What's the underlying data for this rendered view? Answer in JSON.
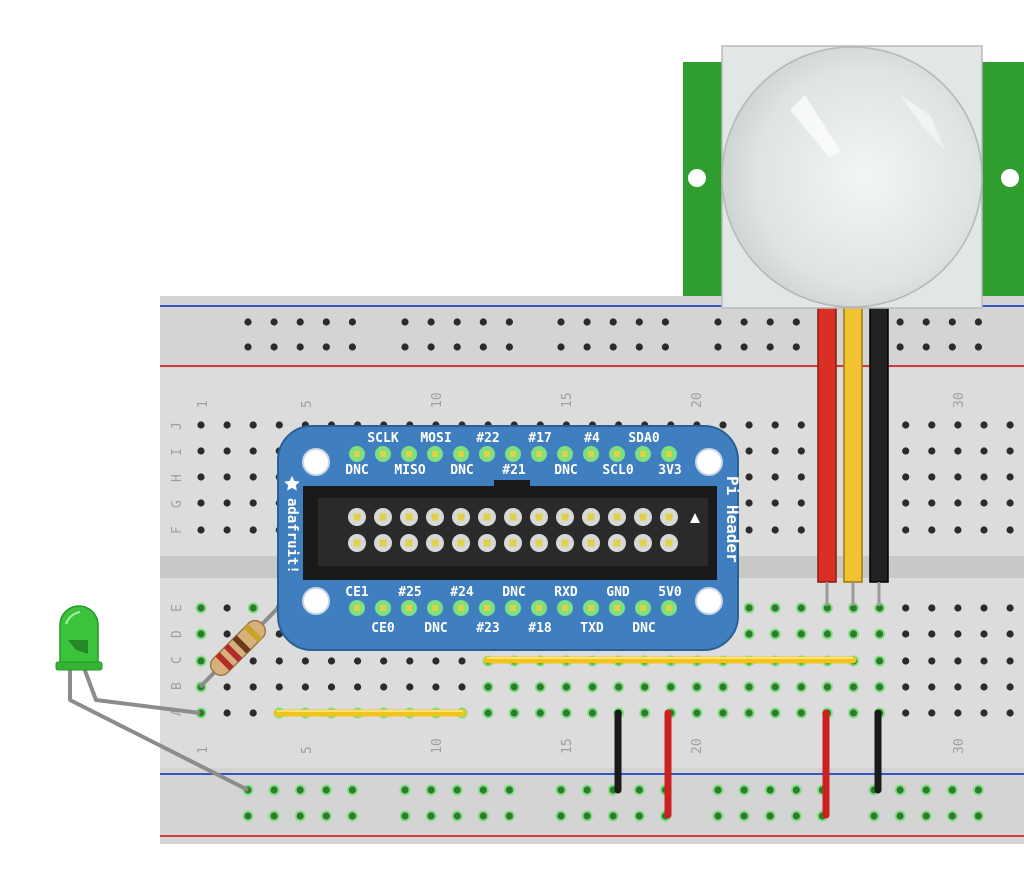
{
  "breadboard": {
    "column_numbers": [
      "1",
      "5",
      "10",
      "15",
      "20",
      "30"
    ],
    "row_letters_top": [
      "J",
      "I",
      "H",
      "G",
      "F"
    ],
    "row_letters_bottom": [
      "E",
      "D",
      "C",
      "B",
      "A"
    ]
  },
  "pi_header": {
    "title": "Pi Header",
    "brand": "adafruit!",
    "top_row_1": [
      "SCLK",
      "MOSI",
      "#22",
      "#17",
      "#4",
      "SDA0"
    ],
    "top_row_2": [
      "DNC",
      "MISO",
      "DNC",
      "#21",
      "DNC",
      "SCL0",
      "3V3"
    ],
    "bottom_row_1": [
      "CE1",
      "#25",
      "#24",
      "DNC",
      "RXD",
      "GND",
      "5V0"
    ],
    "bottom_row_2": [
      "CE0",
      "DNC",
      "#23",
      "#18",
      "TXD",
      "DNC"
    ],
    "colors": {
      "board": "#3f7fbf",
      "connector": "#1a1a1a",
      "silkscreen": "#ffffff"
    }
  },
  "pir_sensor": {
    "colors": {
      "pcb": "#2f9e2f",
      "frame": "#e2e6e6",
      "dome": "#dfe3e3"
    },
    "wire_colors": [
      "#d93025",
      "#f2c230",
      "#222222"
    ]
  },
  "led": {
    "color": "#3bc43b"
  },
  "resistor": {
    "band_colors": [
      "#b32b2b",
      "#b32b2b",
      "#6b3a1e",
      "#c9a227"
    ]
  },
  "jumpers": {
    "yellow": "#f0c419",
    "red": "#cc1f1f",
    "black": "#1a1a1a"
  }
}
